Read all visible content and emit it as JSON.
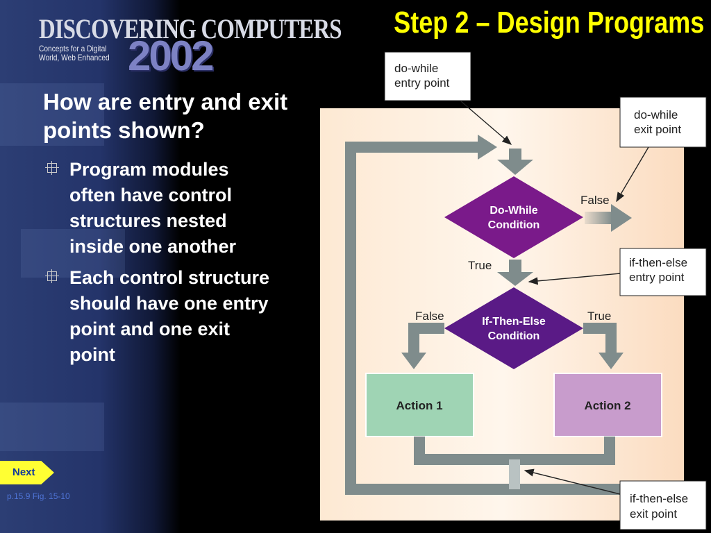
{
  "brand": {
    "title": "DISCOVERING COMPUTERS",
    "subtitle": "Concepts for a Digital\nWorld, Web Enhanced",
    "year": "2002"
  },
  "slide": {
    "title": "Step 2 – Design Programs",
    "subtitle": "How are entry and exit points shown?",
    "bullets": [
      "Program modules often have control structures nested inside one another",
      "Each control structure should have one entry point and one exit point"
    ]
  },
  "nav": {
    "next_label": "Next",
    "page_ref": "p.15.9 Fig. 15-10"
  },
  "figure": {
    "do_while_label": [
      "Do-While",
      "Condition"
    ],
    "if_then_else_label": [
      "If-Then-Else",
      "Condition"
    ],
    "action1": "Action 1",
    "action2": "Action 2",
    "label_false_dowhile": "False",
    "label_true_dowhile": "True",
    "label_false_ifelse": "False",
    "label_true_ifelse": "True",
    "callout_do_while_entry": [
      "do-while",
      "entry point"
    ],
    "callout_do_while_exit": [
      "do-while",
      "exit point"
    ],
    "callout_if_else_entry": [
      "if-then-else",
      "entry point"
    ],
    "callout_if_else_exit": [
      "if-then-else",
      "exit point"
    ]
  },
  "colors": {
    "title": "#ffff00",
    "figure_bg": "#fde4c8",
    "diamond_do_while": "#7a1a8a",
    "diamond_if_else": "#5a1a86",
    "action1_fill": "#9fd4b4",
    "action2_fill": "#c89ccc",
    "flow_arrow": "#7f8c8c",
    "next_button": "#ffff33",
    "page_ref": "#4f74d6"
  },
  "icons": {
    "bullet": "square-crosshair-icon",
    "next": "arrow-pentagon-icon"
  }
}
